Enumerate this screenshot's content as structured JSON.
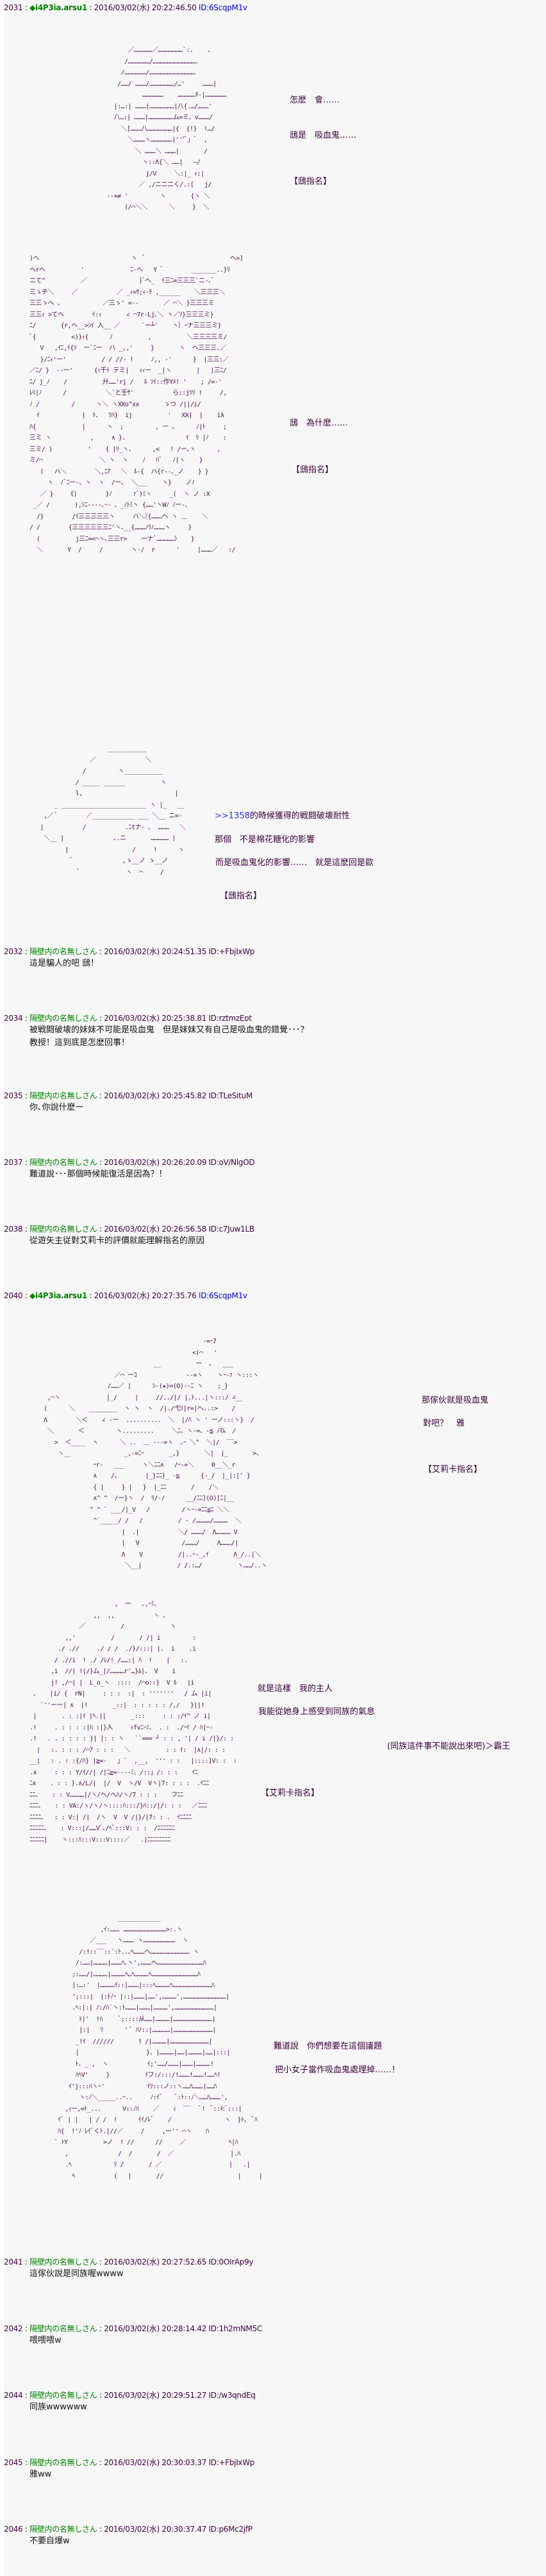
{
  "colors": {
    "name": "#008000",
    "id_op": "#0000ee",
    "meta": "#400040",
    "aa": "#4a0a4a"
  },
  "posts": [
    {
      "no": "2031",
      "name": "◆i4P3ia.arsu1",
      "date": "2016/03/02(水) 20:22:46.50",
      "id": "ID:6ScqpM1v",
      "aa": [
        "         ／……………／…………………`:.    、\n        /………………/………………………………、\n       /………………/…………………………………\n      /……/ ………/…………………/…'     ………|\n             ………………    ……………ｷ‐|………………\n     |:…:| ………|…………………|八{.…/………'\n     八…:| ………|…………………ム=ミ、v………/\n       ＼[………八…………………|{  {!}  !…/\n         ＼………ヽ………………|'''ﾞ」ﾞ  ,\n           ＼ ………＼ ………|       /\n             ヽ::Λ{＼ ……|   ―/\n              j/V     ＼:|_ ｨ:|\n            ／ ,/ニニニく/.:[   j/\n   ‐-=≠ '         ヽ       {ヽ ＼\n        (/⌒＼＼      ＼     }  ＼",
        ")ヘ                          ヽ  ﾞ                        ヘ>]\nヘrヘ          '             ﾆ-ヘ   Y ﾞ        _______..}ﾘ\nニて^          ／               }ﾞヘ_  ｲ三ﾆ=三三三`ニ-､ﾞ\n三ゝチ＼     ／           ／ _ｨ=ｻ;ｨ-ﾁ ,______    ＼三三三＼\n三三ゝへ ､            ／三ゝ' =--       ／ ⌒＼ }三三三ミ\n三三ｨ >てヘ        ｲ:ｨ       ∠ ⌒7r-Lj､＼ ヽ／ｿ}三三三ミ}\nﾆ/       {r,ヘ__>ｼｲ 入__ ／      `ー┴'    ヽ｝ｰナ三三三ミ}\nﾞ{          <)}ｨ{      ﾉ          ,          ＼三三三三ミ/\n   V   ,ｲﾆ,ｲ{ｿ  ー`ﾆー  ハ _,,'     }       ヽ  ヘ三三三.／\n   }/ﾆｨ'ー'          / / //- !     ﾉ,, -'      }  |三三:／\n／ﾆ/ }  --一'      {ｨ千ﾄ テミ|   ｨｨー  _|ヽ       |   |三ﾆ/\nﾆ/ j_ﾉ    /          廾……'rj /   ﾙ ｿｲ::作Yﾒ! '    ; /=-'\nﾚﾘ|ﾉ      /           ＼`と壬ｻ'           ら::jﾂﾘ !     /,\nﾉ /         /      ヽ＼ ヽXXo°xx       ゝつ /||/i/\n  ｲ            |  ﾄ、  ﾂﾊ}  ij          '   XX|  |    iλ\nﾊ{             |      ヽ  ;         , ー ､      ﾉ|ﾄ     ;\n三ミ ヽ           ,     ∧ }.                 ｲ  ﾘ |ﾉ    :\n三ミ/ )          '    { |ﾘ_ヽ、     ,<   ! /ー､ヽ      ,\nミ/⌒                ＼ ヽ  ヽ    ﾉ   ﾊﾞ   ﾉ|ヽ    }\n   (   ハ＼        ＼,ﾆｱ   ＼  ﾙ-{  ハ{r--､_ノ    } }\n     ヽ  ﾉﾞﾆー-、ヽ  ヽ  /ー､  ＼___    ヽ}    ノﾉ\n   ／ }    《)        }ﾉ      ｧﾞ)ﾐヽ     _(  ヽ ノ :X\n _／ /       ),ｼﾆ----､ｰ- 、_ﾉﾄﾐヽ {……'ヽWﾉ ﾉー-､\n  /}        /ｲ三三三三三ヽ     ハ＼ﾐ{………ヘ ヽ ＿    ＼\n/ /        {三三三三三三ﾆ'ヽ､__{………ﾉﾘﾉ………ヽ     }\n  (          j三ﾆ=<⌒ヽ､三三r>    ーナﾞ……………〉   }\n  ＼       Y  /     /        ヽ-/  r      '     |………／   :/",
        "                      ___________\n                 ／              ＼\n               /         ヽ___________\n             / _____ ______          ヽ\n             l,                          |\n       _ ________________________ ヽ |_   __\n    ,／ ﾞ        ／____________ ___ ＼__ ニ=-\n   |           /           .ﾆtナ- ､  ………   ＼\n    ＼__ |              ､.ニ       …………… |\n          |                  /     !      ヽ\n            ﾞ              ,ゝ__ノ ゝ__ノ\n              ﾞ             ヽ  ⌒     /"
      ],
      "lines": [
        [
          "怎麽　會……",
          "鴟是　吸血鬼……",
          "【鴟指名】"
        ],
        [
          "鴟　為什麽……",
          "【鴟指名】"
        ],
        [
          ">>1358",
          "的時候獲得的戦闘破壊耐性",
          "那個　不是棉花糖化的影響",
          "而是吸血鬼化的影響……　就是這麽回是歐",
          "【鴟指名】"
        ]
      ]
    },
    {
      "no": "2032",
      "name": "隔壁内の名無しさん",
      "date": "2016/03/02(水) 20:24:51.35",
      "id": "ID:+FbjIxWp",
      "body": "這是騙人的吧 鴟！"
    },
    {
      "no": "2034",
      "name": "隔壁内の名無しさん",
      "date": "2016/03/02(水) 20:25:38.81",
      "id": "ID:rztmzEot",
      "body": "被戦闘破壊的妹妹不可能是吸血鬼　但是妹妹又有自己是吸血鬼的錯覺･･･？\n教授！這到底是怎麽回事！"
    },
    {
      "no": "2035",
      "name": "隔壁内の名無しさん",
      "date": "2016/03/02(水) 20:25:45.82",
      "id": "ID:TLeSituM",
      "body": "你､你說什麽ー"
    },
    {
      "no": "2037",
      "name": "隔壁内の名無しさん",
      "date": "2016/03/02(水) 20:26:20.09",
      "id": "ID:oV/NlgOD",
      "body": "難道說･･･那個時候能復活是因為？！"
    },
    {
      "no": "2038",
      "name": "隔壁内の名無しさん",
      "date": "2016/03/02(水) 20:26:56.58",
      "id": "ID:c7Juw1LB",
      "body": "從遊矢主従對艾莉卡的評價就能理解指名的原因"
    },
    {
      "no": "2040",
      "name": "◆i4P3ia.arsu1",
      "date": "2016/03/02(水) 20:27:35.76",
      "id": "ID:6ScqpM1v",
      "aa": [
        "                                                 -=ｰ7\n                                              <(⌒   '\n                                   __          ー  ､   ___\n                        ／⌒ ーｺ              --=ヽ    ヽｰ-ｧ ヽ:::ヽ\n                      /……／ |      ｼ-(★)=(O)--ﾆ ヽ    ;_}\n     ,⌒ヽ             |_/     |     //../|/ |.ﾄ...|ヽ:::/ ∠__\n    (      ＼    ________  ヽ ヽ  ヽ  /|./弋ﾘ|r=|ヘ..:>    /\n    Λ        ＼＜    ∠ -ー  ..........  ＼  |/ﾊ ヽ ' ーノ:::ヽ}  /\n     ＼       ＜         ヽ.........     ＼ﾆ、ヽ-=、-≦ ﾉﾏﾑ  /\n       >  ＜____  ヽ      ＼ ..  ＿ ---=ヽ  ､ｰ ＼°  ＼|/  ‾‾>\n        ヽ__               _,-=ﾆｰ       _,}       ＼|  |_       >、\n                  ｰr-   ___     ヽ＼ﾆﾆ∧   /ｰ-=＼     0__＼_r\n                  ∧    /、       |_}ﾆﾆ}_ -≦      {-_/  |_|:|' }\n                  { |     } |   }  |_ﾆﾆ       /    /＼\n                  ∧^ ^  /ー}ヽ  /  ﾘ/-/      __/ﾆﾆ](O)[ﾆ|__\n                 ^ ^ ` ___/|_V   /         /ヽｰ-=ﾆﾆ≦ﾆ ＼＼\n                  ^`_____/ /   /          / - /…………/…………  ＼\n                          |  .|           ＼/ ………/  Λ………… V\n                          |   V            /………/     Λ………/|\n                          Λ    V          /|..ｰ-_,ｲ       Λ_/..|＼\n                           ＼__|          / /.:…/          ヽ……/..ヽ",
        "                        ,  ー   ､,ｰﾐ、\n                  ,,  ,,           ヽ ､\n              ／          /             ヽ\n          ,,'          /       / /| i         :\n        ./ .//     ./ / /  ./}/:::| |.  i    .i\n       / .//i  ! ./ /ﾚ/! /……:| ﾊ  !    |   :.\n      ,i  //| !|/}ム_|/…………r'…}ﾑ|、 V    i\n      j! ,/⌒| |  L_o_ヽ  ::::  /⌒o::}  V ﾙ   |i\n 、   |i/ {  rN|     : : :  :|  : '''''''   / ム |i|\n   `''ーー| ∧  |!       _::|  : : : : : /,/   }||!\n |       . : :|ｲ |ﾍ.||       _:::     : : :/ｲ^ ノ i|\n.!     . : : : :|ﾊ :|}入     ｨfvﾆｰﾐ、 . :  ./ｰｲ / ﾊ|ｰ-\n.!   . . : : : : }| |: : ヽ   ``=== ┘ : : , '| / i /|}/: :\n  |   :. : : : /⌒ｱ : : :   ＼          : : ｲ:  |∧|/: : :\n__|   : . : :{/ﾊ} |≧=-   」`  ,__,  ''' : :   |::::]V: :  :\n.∧     : : : Y/ｲ//| /|ﾆ≧=----ﾐ、/::」/: : :    ｲﾆ\nﾆ∧    . : : }.∧/L/|  |/  V  ヽ/V  Vヽ|7: : : :  .ｲﾆﾆ\nﾆﾆ、   : : V…………|/ヽ/へ/へﾊ/ヽ/7 : : :    フﾆﾆ\nﾆﾆﾆ、   : : VA:/ヽ/ヽ/ヽ::::ﾊ:::/}ﾊ::/|/: : :   ／ﾆﾆﾆ\nﾆﾆﾆﾆ、  : : V:| /|  /ヽ  V  V /|}/|7: : .  ｲﾆﾆﾆﾆ\nﾆﾆﾆﾆﾆ、   : V:::|/……Vﾞ､/ﾍﾞ:::V: : :  /ﾆﾆﾆﾆﾆﾆ\nﾆﾆﾆﾆﾆ|    ヽ:::ﾊ:::V:::V::::／   .|ﾆﾆﾆﾆﾆﾆﾆﾆ",
        "                         ____________\n                    ,ｲ:……、………………………………>:.ヽ\n                 ／___   ヽ……… ヽ………………………  ヽ\n              /:!::‾‾::`:ﾄ..､ﾍ………ヘ…………………………… ヽ\n             /:……|…………|………ﾍ､ヽ',………ヘ…………………………………ﾊ\n            ;:……/|…………|…………ﾍ…ﾍ…………ﾍ…………………………………ﾊ\n            |:…:'  |…………ｲ::|………|:::ﾍ…………ﾍ……………………………ﾊ\n            ';:::|  |:ﾄﾉｰ |::|………|……',…………',………………………………|\n            .ﾍ:|:| ﾉ:/ﾊ`ヽ:ﾄ………|………|…………',……………………………|\n              ﾄ|'  !ﾊ     ﾞ;::::从……|…………|……………………………|\n              |:|   ﾘ      ' ﾞ ﾊﾉ::|……………|……………………………|\n             _!ｲ  //////       ﾘ /|…………|……………………………|\n             |                   }、|…………|……|…………|……|:::|\n             ﾄ、_ ,  ヽ           ｲ;'……/………|………|…………!\n             ﾊﾍV'     }          ｲフ:/:::/!………!………!……ﾍ!\n           ｲ'j:::ﾊヽｰ'            ｲﾘ:::ノ::ヽ……ﾊ………|……ﾊ\n              ヽ:ﾉ＼_____..ｰ..     ﾉ:ｲﾞ    ﾞ:ﾄ::ﾉ＼……ﾊ………',\n          ,ｨｰｰ,=ﾄ_...      V::ﾉﾊ    ／    ｨ  ‾‾   ﾞ!  ﾞ::ﾒ:ﾞ:::|\n        ｲﾞ | |   | / /  !      ｲｲ/ﾚﾞ    /               ヽ  }ﾄ、 ﾞﾊ\n        ﾊ{  !'ﾉ ﾚｲﾞくﾄ.|//／     /     ,ー'' ⌒ヽ    ﾊ\n       ` ﾄY          >ノ  ! //      //     ／            ﾍ|ﾊ\n          ,              /  /       /  ／                |.ﾊ\n          .ﾍ            ﾘ /       / ／                   |   .|\n            ﾍ           (   |       //                     |     |"
      ],
      "lines": [
        [
          "那傢伙就是吸血鬼",
          "對吧？　雅",
          "【艾莉卡指名】"
        ],
        [
          "就是這樣　我的主人",
          "我能從她身上感受到同族的氣息",
          "(同族這件事不能說出來吧)＞霸王",
          "【艾莉卡指名】"
        ],
        [
          "難道說　你們想要在這個議題",
          "把小女子當作吸血鬼處理掉……！"
        ]
      ]
    },
    {
      "no": "2041",
      "name": "隔壁内の名無しさん",
      "date": "2016/03/02(水) 20:27:52.65",
      "id": "ID:0OIrAp9y",
      "body": "這傢伙說是同族喔wwww"
    },
    {
      "no": "2042",
      "name": "隔壁内の名無しさん",
      "date": "2016/03/02(水) 20:28:14.42",
      "id": "ID:1h2mNM5C",
      "body": "喂喂喂w"
    },
    {
      "no": "2044",
      "name": "隔壁内の名無しさん",
      "date": "2016/03/02(水) 20:29:51.27",
      "id": "ID:/w3qndEq",
      "body": "同族wwwwww"
    },
    {
      "no": "2045",
      "name": "隔壁内の名無しさん",
      "date": "2016/03/02(水) 20:30:03.37",
      "id": "ID:+FbjIxWp",
      "body": "雅ww"
    },
    {
      "no": "2046",
      "name": "隔壁内の名無しさん",
      "date": "2016/03/02(水) 20:30:37.47",
      "id": "ID:p6Mc2jfP",
      "body": "不要自爆w"
    }
  ]
}
